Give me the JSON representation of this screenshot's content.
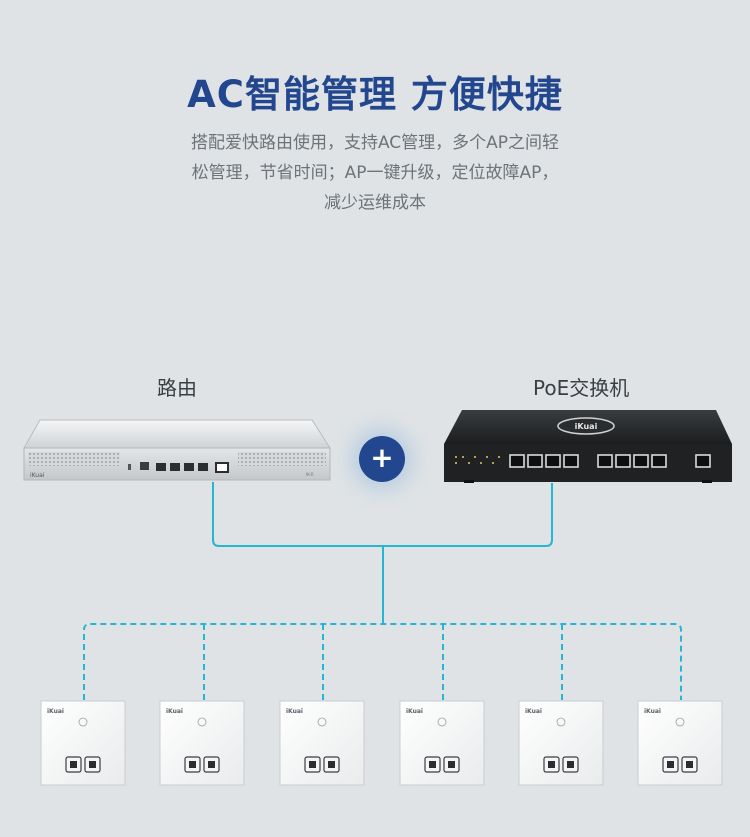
{
  "header": {
    "title": "AC智能管理  方便快捷",
    "desc_lines": [
      "搭配爱快路由使用，支持AC管理，多个AP之间轻",
      "松管理，节省时间；AP一键升级，定位故障AP，",
      "减少运维成本"
    ]
  },
  "devices": {
    "router_label": "路由",
    "switch_label": "PoE交换机",
    "brand_text": "iKuai",
    "plus_symbol": "+"
  },
  "colors": {
    "background": "#dfe3e5",
    "title": "#22478f",
    "line": "#26b6d2",
    "plus_bg": "#22478f"
  },
  "panels": {
    "count": 6,
    "brand_text": "iKuai"
  }
}
